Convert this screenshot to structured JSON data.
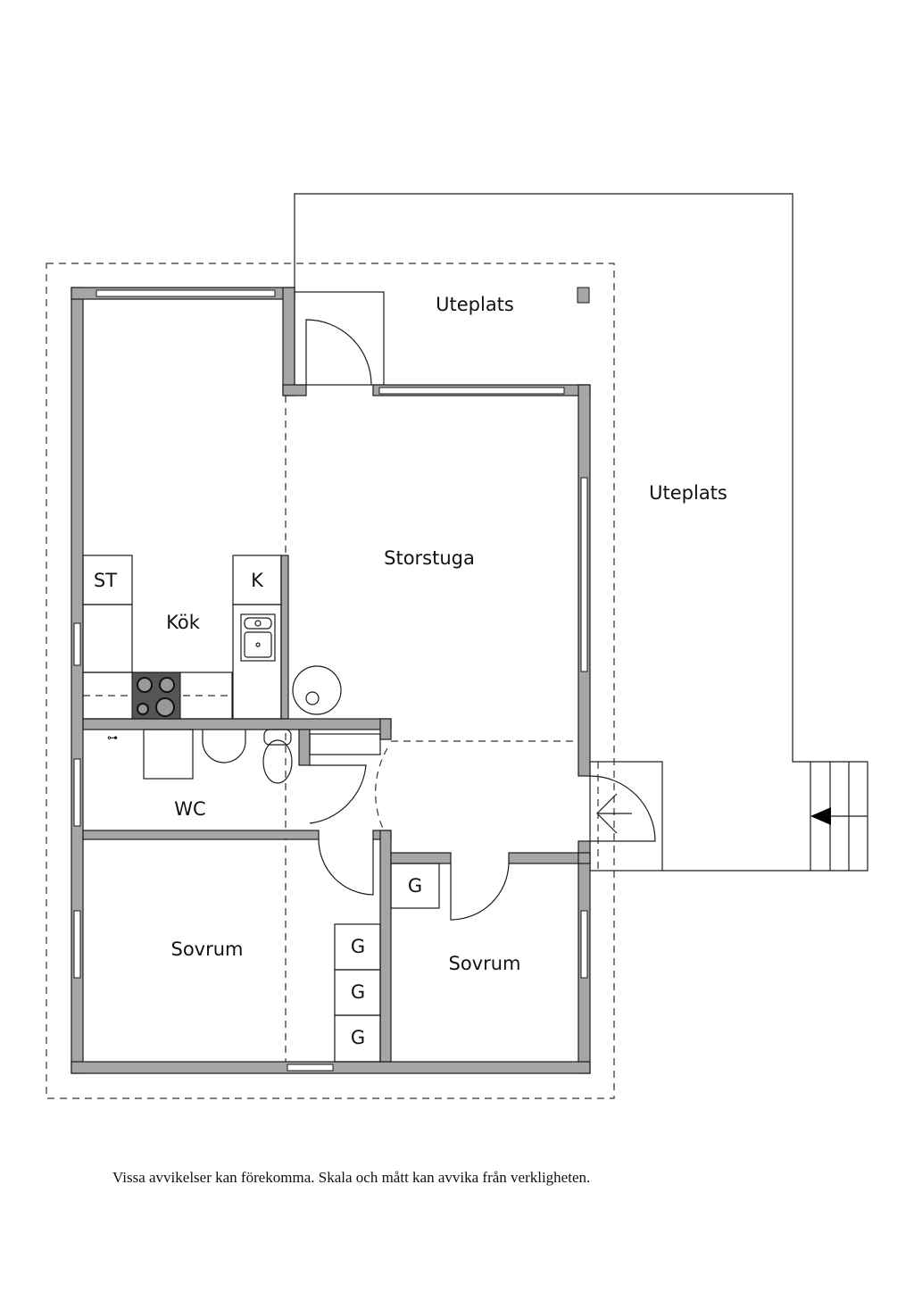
{
  "rooms": {
    "uteplats_top": "Uteplats",
    "uteplats_right": "Uteplats",
    "storstuga": "Storstuga",
    "kok": "Kök",
    "st": "ST",
    "k": "K",
    "wc": "WC",
    "sovrum_left": "Sovrum",
    "sovrum_right": "Sovrum",
    "g1": "G",
    "g2": "G",
    "g3": "G",
    "g4": "G"
  },
  "footer": "Vissa avvikelser kan förekomma. Skala och mått kan avvika från verkligheten."
}
